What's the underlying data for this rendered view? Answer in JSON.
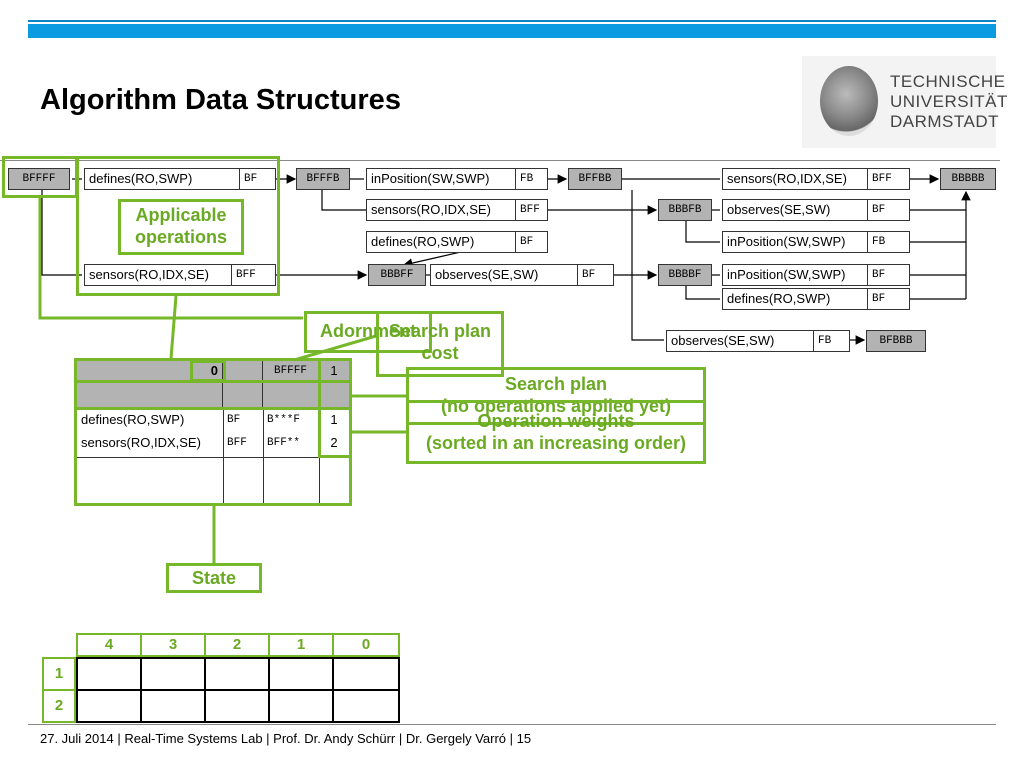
{
  "title": "Algorithm Data Structures",
  "logo": {
    "lines": [
      "TECHNISCHE",
      "UNIVERSITÄT",
      "DARMSTADT"
    ]
  },
  "colors": {
    "accent_green": "#76b82a",
    "top_bar": "#0a9be0",
    "state_gray": "#b3b3b3"
  },
  "graph": {
    "states": [
      "BFFFF",
      "BFFFB",
      "BFFBB",
      "BBBBB",
      "BBBFB",
      "BBBFF",
      "BBBBF",
      "BFBBB"
    ],
    "operations": [
      {
        "name": "defines(RO,SWP)",
        "adornment": "BF"
      },
      {
        "name": "inPosition(SW,SWP)",
        "adornment": "FB"
      },
      {
        "name": "sensors(RO,IDX,SE)",
        "adornment": "BFF"
      },
      {
        "name": "sensors(RO,IDX,SE)",
        "adornment": "BFF"
      },
      {
        "name": "observes(SE,SW)",
        "adornment": "BF"
      },
      {
        "name": "defines(RO,SWP)",
        "adornment": "BF"
      },
      {
        "name": "inPosition(SW,SWP)",
        "adornment": "FB"
      },
      {
        "name": "sensors(RO,IDX,SE)",
        "adornment": "BFF"
      },
      {
        "name": "observes(SE,SW)",
        "adornment": "BF"
      },
      {
        "name": "inPosition(SW,SWP)",
        "adornment": "BF"
      },
      {
        "name": "defines(RO,SWP)",
        "adornment": "BF"
      },
      {
        "name": "observes(SE,SW)",
        "adornment": "FB"
      }
    ]
  },
  "callouts": {
    "applicable_operations": [
      "Applicable",
      "operations"
    ],
    "adornment": "Adornment",
    "search_plan_cost": [
      "Search plan",
      "cost"
    ],
    "search_plan": [
      "Search plan",
      "(no operations applied yet)"
    ],
    "operation_weights": [
      "Operation weights",
      "(sorted in an increasing order)"
    ],
    "state": "State"
  },
  "state_table": {
    "header": {
      "cost": "0",
      "adornment": "BFFFF",
      "num": "1"
    },
    "rows": [
      {
        "op": "defines(RO,SWP)",
        "ad": "BF",
        "pattern": "B***F",
        "weight": "1"
      },
      {
        "op": "sensors(RO,IDX,SE)",
        "ad": "BFF",
        "pattern": "BFF**",
        "weight": "2"
      }
    ]
  },
  "bottom_table": {
    "columns": [
      "4",
      "3",
      "2",
      "1",
      "0"
    ],
    "rows": [
      "1",
      "2"
    ]
  },
  "footer": "27. Juli 2014  |  Real-Time Systems Lab  |  Prof. Dr. Andy Schürr  |  Dr. Gergely Varró  |  15"
}
